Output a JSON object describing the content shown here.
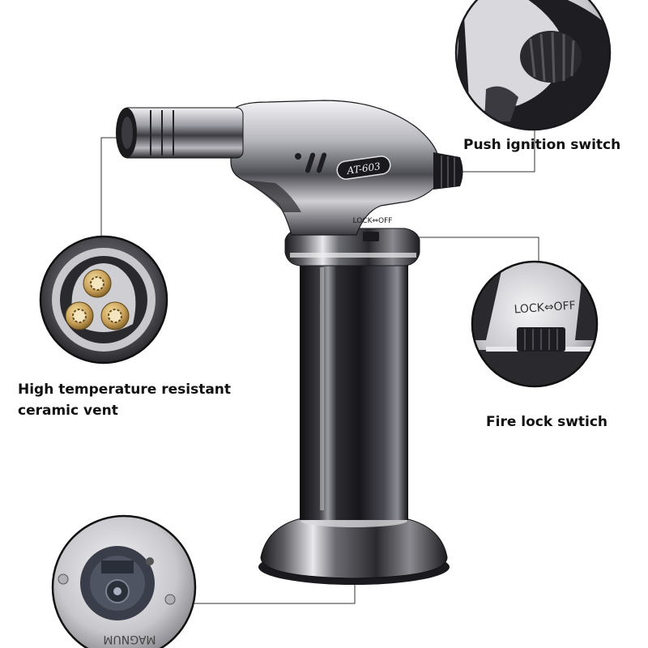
{
  "product": {
    "model_badge": "AT-603",
    "lock_text_small": "LOCK⇔OFF"
  },
  "callouts": {
    "push_ignition": "Push ignition switch",
    "ceramic_vent": [
      "High temperature resistant",
      "ceramic vent"
    ],
    "fire_lock": "Fire lock swtich",
    "lock_zoom_text": "LOCK⇔OFF",
    "base_zoom_text": "MAGNUM"
  },
  "colors": {
    "background": "#ffffff",
    "label_text": "#111111",
    "chrome_light": "#e8e8ea",
    "chrome_dark": "#2a2a2e",
    "brass": "#c9a25a"
  }
}
